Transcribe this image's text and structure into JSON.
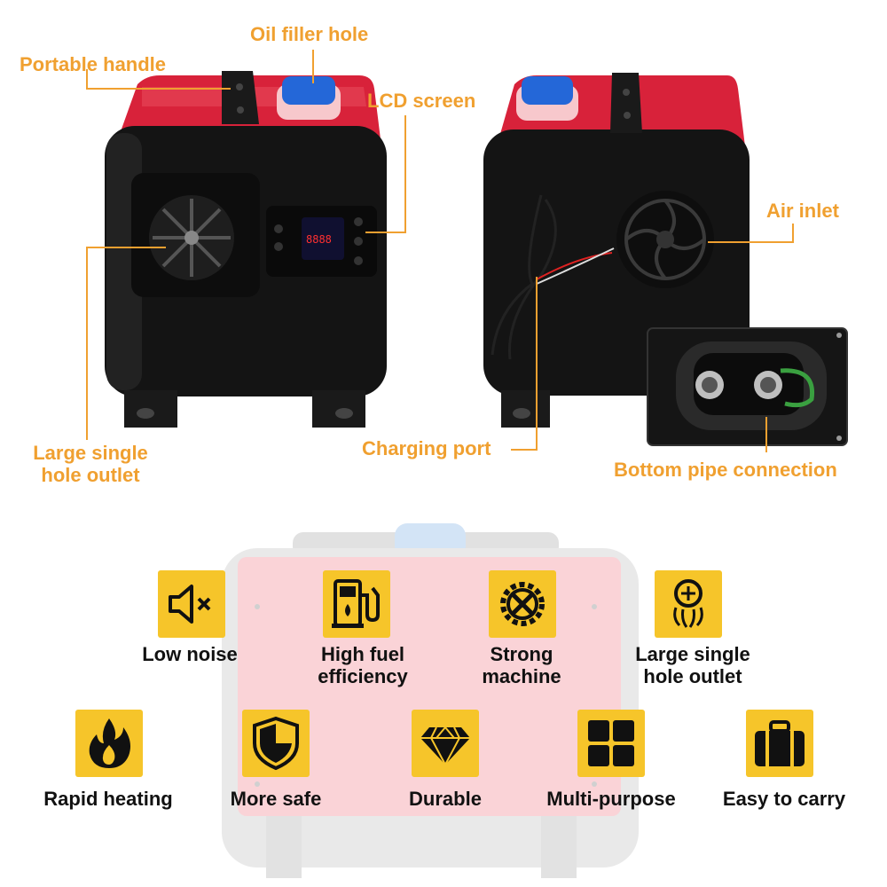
{
  "callouts": {
    "portable_handle": "Portable handle",
    "oil_filler_hole": "Oil filler hole",
    "lcd_screen": "LCD screen",
    "air_inlet": "Air inlet",
    "large_single_hole_outlet": [
      "Large single",
      "hole outlet"
    ],
    "charging_port": "Charging port",
    "bottom_pipe_connection": "Bottom pipe connection"
  },
  "lcd_readout": "8888",
  "features": [
    {
      "label": [
        "Low noise"
      ],
      "icon": "speaker-mute-icon"
    },
    {
      "label": [
        "High fuel",
        "efficiency"
      ],
      "icon": "fuel-pump-icon"
    },
    {
      "label": [
        "Strong",
        "machine"
      ],
      "icon": "gear-tools-icon"
    },
    {
      "label": [
        "Large single",
        "hole outlet"
      ],
      "icon": "outlet-icon"
    },
    {
      "label": [
        "Rapid heating"
      ],
      "icon": "flame-icon"
    },
    {
      "label": [
        "More safe"
      ],
      "icon": "shield-icon"
    },
    {
      "label": [
        "Durable"
      ],
      "icon": "diamond-icon"
    },
    {
      "label": [
        "Multi-purpose"
      ],
      "icon": "grid-icon"
    },
    {
      "label": [
        "Easy to carry"
      ],
      "icon": "suitcase-icon"
    }
  ],
  "colors": {
    "accent_orange": "#f0a030",
    "icon_yellow": "#f6c52a",
    "heater_red": "#d8223a",
    "heater_black": "#141414",
    "cap_blue": "#2467d8"
  }
}
